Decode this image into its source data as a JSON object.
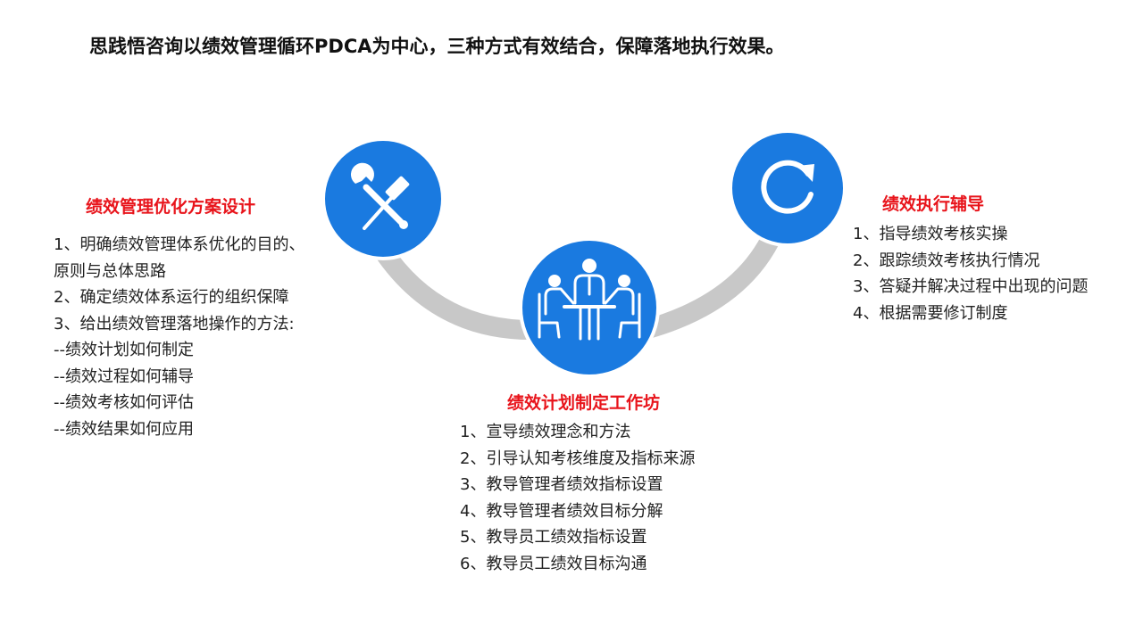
{
  "title": "思践悟咨询以绩效管理循环PDCA为中心，三种方式有效结合，保障落地执行效果。",
  "colors": {
    "accent_red": "#e8141b",
    "circle_blue": "#1a7ae0",
    "circle_border": "#ffffff",
    "arc_grey": "#c8c8c8",
    "text": "#222222"
  },
  "sections": {
    "left": {
      "icon": "tools-icon",
      "title": "绩效管理优化方案设计",
      "items": [
        "1、明确绩效管理体系优化的目的、原则与总体思路",
        "2、确定绩效体系运行的组织保障",
        "3、给出绩效管理落地操作的方法:",
        "--绩效计划如何制定",
        "--绩效过程如何辅导",
        "--绩效考核如何评估",
        "--绩效结果如何应用"
      ]
    },
    "bottom": {
      "icon": "meeting-icon",
      "title": "绩效计划制定工作坊",
      "items": [
        "1、宣导绩效理念和方法",
        "2、引导认知考核维度及指标来源",
        "3、教导管理者绩效指标设置",
        "4、教导管理者绩效目标分解",
        "5、教导员工绩效指标设置",
        "6、教导员工绩效目标沟通"
      ]
    },
    "right": {
      "icon": "refresh-icon",
      "title": "绩效执行辅导",
      "items": [
        "1、指导绩效考核实操",
        "2、跟踪绩效考核执行情况",
        "3、答疑并解决过程中出现的问题",
        "4、根据需要修订制度"
      ]
    }
  }
}
